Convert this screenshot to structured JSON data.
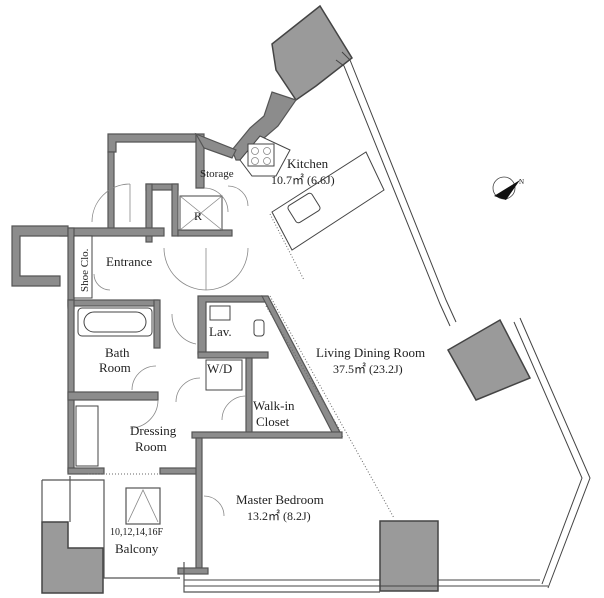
{
  "rooms": {
    "kitchen": {
      "name": "Kitchen",
      "size": "10.7㎡ (6.6J)"
    },
    "storage": {
      "name": "Storage"
    },
    "refrigerator": {
      "mark": "R"
    },
    "shoe_closet": {
      "name": "Shoe Clo."
    },
    "entrance": {
      "name": "Entrance"
    },
    "lavatory": {
      "name": "Lav."
    },
    "bath": {
      "name_line1": "Bath",
      "name_line2": "Room"
    },
    "washer_dryer": {
      "name": "W/D"
    },
    "walk_in_closet": {
      "name_line1": "Walk-in",
      "name_line2": "Closet"
    },
    "living_dining": {
      "name": "Living Dining Room",
      "size": "37.5㎡ (23.2J)"
    },
    "dressing": {
      "name_line1": "Dressing",
      "name_line2": "Room"
    },
    "master_bedroom": {
      "name": "Master Bedroom",
      "size": "13.2㎡ (8.2J)"
    },
    "balcony": {
      "floors": "10,12,14,16F",
      "name": "Balcony"
    }
  },
  "compass": {
    "mark": "N",
    "icon": "north-arrow-icon"
  },
  "colors": {
    "wall": "#8c8c8c",
    "column": "#9a9a9a",
    "line": "#444444"
  }
}
